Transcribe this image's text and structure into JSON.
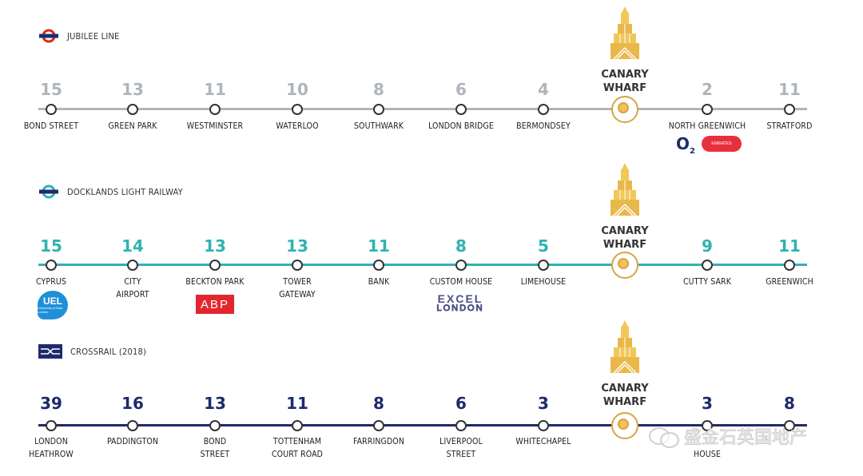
{
  "colors": {
    "jubilee": "#aeb5bb",
    "dlr": "#2eb3b0",
    "crossrail": "#1d2b6b",
    "gold": "#d9a441"
  },
  "hub": {
    "label": "CANARY\nWHARF",
    "icon": "canary-wharf-tower-icon"
  },
  "lines": [
    {
      "id": "jubilee",
      "title": "JUBILEE LINE",
      "icon": "london-underground-roundel-icon",
      "stations": [
        {
          "minutes": "15",
          "name": "BOND STREET"
        },
        {
          "minutes": "13",
          "name": "GREEN PARK"
        },
        {
          "minutes": "11",
          "name": "WESTMINSTER"
        },
        {
          "minutes": "10",
          "name": "WATERLOO"
        },
        {
          "minutes": "8",
          "name": "SOUTHWARK"
        },
        {
          "minutes": "6",
          "name": "LONDON BRIDGE"
        },
        {
          "minutes": "4",
          "name": "BERMONDSEY"
        },
        {
          "minutes": "",
          "name": ""
        },
        {
          "minutes": "2",
          "name": "NORTH GREENWICH"
        },
        {
          "minutes": "11",
          "name": "STRATFORD"
        }
      ]
    },
    {
      "id": "dlr",
      "title": "DOCKLANDS LIGHT RAILWAY",
      "icon": "dlr-roundel-icon",
      "stations": [
        {
          "minutes": "15",
          "name": "CYPRUS"
        },
        {
          "minutes": "14",
          "name": "CITY\nAIRPORT"
        },
        {
          "minutes": "13",
          "name": "BECKTON PARK"
        },
        {
          "minutes": "13",
          "name": "TOWER\nGATEWAY"
        },
        {
          "minutes": "11",
          "name": "BANK"
        },
        {
          "minutes": "8",
          "name": "CUSTOM HOUSE"
        },
        {
          "minutes": "5",
          "name": "LIMEHOUSE"
        },
        {
          "minutes": "",
          "name": ""
        },
        {
          "minutes": "9",
          "name": "CUTTY SARK"
        },
        {
          "minutes": "11",
          "name": "GREENWICH"
        }
      ]
    },
    {
      "id": "crossrail",
      "title": "CROSSRAIL (2018)",
      "icon": "national-rail-icon",
      "stations": [
        {
          "minutes": "39",
          "name": "LONDON\nHEATHROW"
        },
        {
          "minutes": "16",
          "name": "PADDINGTON"
        },
        {
          "minutes": "13",
          "name": "BOND\nSTREET"
        },
        {
          "minutes": "11",
          "name": "TOTTENHAM\nCOURT ROAD"
        },
        {
          "minutes": "8",
          "name": "FARRINGDON"
        },
        {
          "minutes": "6",
          "name": "LIVERPOOL\nSTREET"
        },
        {
          "minutes": "3",
          "name": "WHITECHAPEL"
        },
        {
          "minutes": "",
          "name": ""
        },
        {
          "minutes": "3",
          "name": "\nHOUSE"
        },
        {
          "minutes": "8",
          "name": ""
        }
      ]
    }
  ],
  "logos": {
    "o2": {
      "main": "O",
      "sub": "2"
    },
    "emirates": {
      "text": "EMIRATES"
    },
    "uel": {
      "main": "UEL",
      "sub": "University of East London"
    },
    "abp": {
      "text": "ABP"
    },
    "excel": {
      "line1": "EXCEL",
      "line2": "LONDON"
    }
  },
  "watermark": {
    "text": "盛金石英国地产"
  }
}
